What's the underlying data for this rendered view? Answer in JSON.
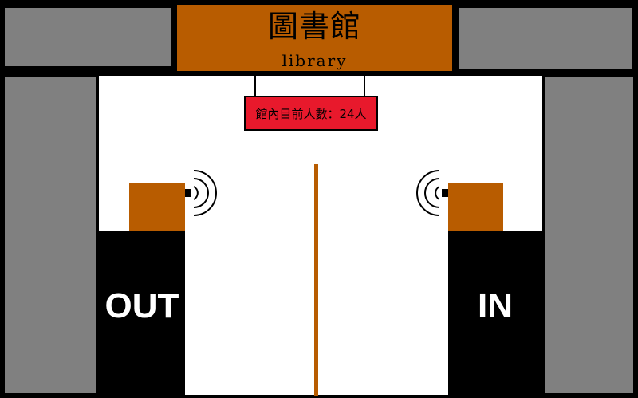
{
  "building": {
    "name_zh": "圖書館",
    "name_en": "library"
  },
  "counter_display": {
    "text": "館內目前人數：24人",
    "count": 24
  },
  "gates": {
    "exit_label": "OUT",
    "entrance_label": "IN"
  },
  "colors": {
    "background": "#000000",
    "walls": "#808080",
    "floor": "#ffffff",
    "sign": "#b85c00",
    "sensor": "#b85c00",
    "divider": "#b85c00",
    "counter_display": "#e8192c"
  },
  "icons": {
    "left_sensor": "signal-waves-icon",
    "right_sensor": "signal-waves-icon"
  }
}
